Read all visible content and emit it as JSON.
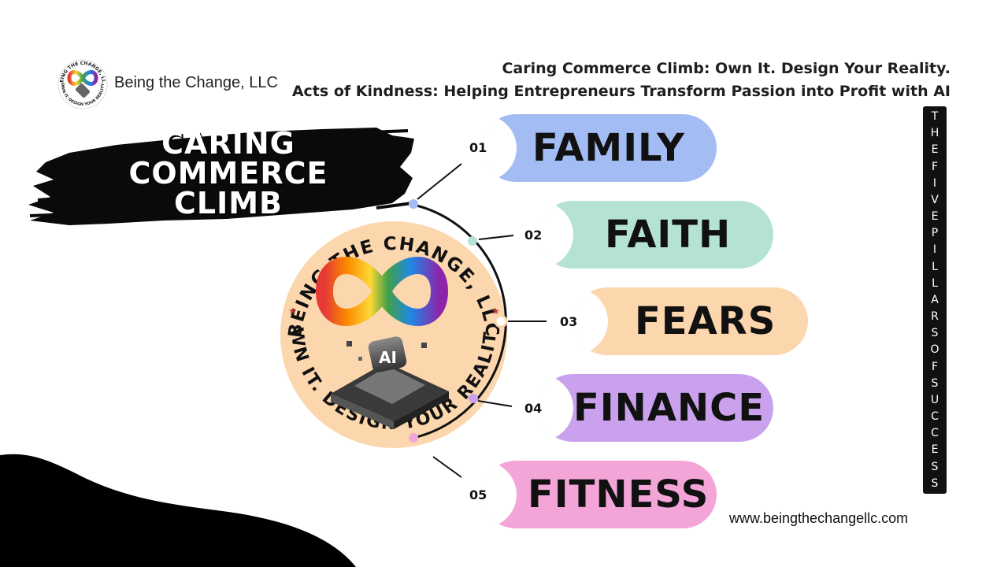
{
  "brand": {
    "name": "Being the Change, LLC"
  },
  "header": {
    "line1": "Caring Commerce Climb: Own It. Design Your Reality.",
    "line2": "Acts of Kindness: Helping Entrepreneurs Transform Passion into Profit with AI"
  },
  "banner": {
    "line1": "CARING",
    "line2": "COMMERCE",
    "line3": "CLIMB"
  },
  "emblem": {
    "arc_top": "BEING THE CHANGE, LLC",
    "arc_bottom": "OWN IT. DESIGN YOUR REALITY.",
    "chip_label": "AI",
    "mini_logo_top": "BEING THE CHANGE, LLC",
    "mini_logo_bottom": "OWN IT. DESIGN YOUR REALITY."
  },
  "pillars": [
    {
      "num": "01",
      "label": "FAMILY",
      "color": "#a3bcf3"
    },
    {
      "num": "02",
      "label": "FAITH",
      "color": "#b5e3d3"
    },
    {
      "num": "03",
      "label": "FEARS",
      "color": "#fcd6ad"
    },
    {
      "num": "04",
      "label": "FINANCE",
      "color": "#c9a1ed"
    },
    {
      "num": "05",
      "label": "FITNESS",
      "color": "#f4a5d8"
    }
  ],
  "vertical_text": [
    "T",
    "H",
    "E",
    "F",
    "I",
    "V",
    "E",
    "P",
    "I",
    "L",
    "L",
    "A",
    "R",
    "S",
    "O",
    "F",
    "S",
    "U",
    "C",
    "C",
    "E",
    "S",
    "S"
  ],
  "footer": {
    "url": "www.beingthechangellc.com"
  },
  "colors": {
    "emblem_bg": "#fcd6ad",
    "black": "#000000"
  }
}
